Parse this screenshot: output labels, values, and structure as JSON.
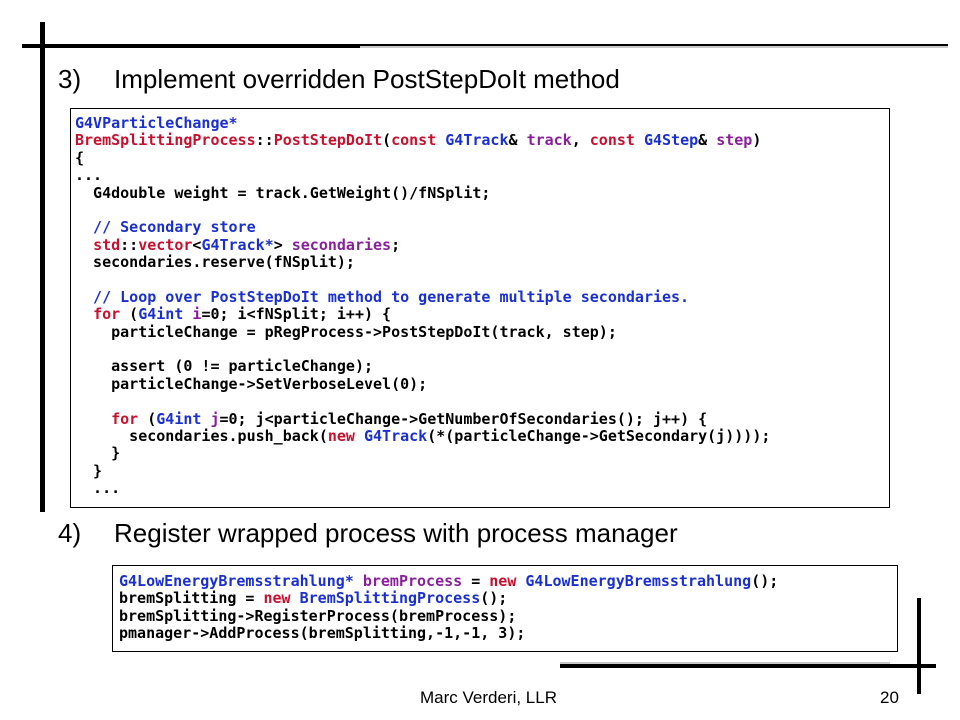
{
  "slide": {
    "heading1": {
      "number": "3)",
      "text": "Implement overridden PostStepDoIt method"
    },
    "heading2": {
      "number": "4)",
      "text": "Register wrapped process with process manager"
    },
    "footer": {
      "author": "Marc Verderi, LLR",
      "page": "20"
    }
  },
  "code_block_1": [
    [
      [
        "blue",
        "G4VParticleChange*"
      ]
    ],
    [
      [
        "red",
        "BremSplittingProcess"
      ],
      [
        "black",
        "::"
      ],
      [
        "red",
        "PostStepDoIt"
      ],
      [
        "black",
        "("
      ],
      [
        "red",
        "const"
      ],
      [
        "black",
        " "
      ],
      [
        "blue",
        "G4Track"
      ],
      [
        "black",
        "& "
      ],
      [
        "purple",
        "track"
      ],
      [
        "black",
        ", "
      ],
      [
        "red",
        "const"
      ],
      [
        "black",
        " "
      ],
      [
        "blue",
        "G4Step"
      ],
      [
        "black",
        "& "
      ],
      [
        "purple",
        "step"
      ],
      [
        "black",
        ")"
      ]
    ],
    [
      [
        "black",
        "{"
      ]
    ],
    [
      [
        "black",
        "..."
      ]
    ],
    [
      [
        "black",
        "  G4double weight = track.GetWeight()/fNSplit;"
      ]
    ],
    [
      [
        "black",
        ""
      ]
    ],
    [
      [
        "blue",
        "  // Secondary store"
      ]
    ],
    [
      [
        "black",
        "  "
      ],
      [
        "red",
        "std"
      ],
      [
        "black",
        "::"
      ],
      [
        "red",
        "vector"
      ],
      [
        "black",
        "<"
      ],
      [
        "blue",
        "G4Track*"
      ],
      [
        "black",
        "> "
      ],
      [
        "purple",
        "secondaries"
      ],
      [
        "black",
        ";"
      ]
    ],
    [
      [
        "black",
        "  secondaries.reserve(fNSplit);"
      ]
    ],
    [
      [
        "black",
        ""
      ]
    ],
    [
      [
        "blue",
        "  // Loop over PostStepDoIt method to generate multiple secondaries."
      ]
    ],
    [
      [
        "black",
        "  "
      ],
      [
        "red",
        "for"
      ],
      [
        "black",
        " ("
      ],
      [
        "blue",
        "G4int"
      ],
      [
        "black",
        " "
      ],
      [
        "purple",
        "i"
      ],
      [
        "black",
        "=0; i<fNSplit; i++) {"
      ]
    ],
    [
      [
        "black",
        "    particleChange = pRegProcess->PostStepDoIt(track, step);"
      ]
    ],
    [
      [
        "black",
        ""
      ]
    ],
    [
      [
        "black",
        "    assert (0 != particleChange);"
      ]
    ],
    [
      [
        "black",
        "    particleChange->SetVerboseLevel(0);"
      ]
    ],
    [
      [
        "black",
        ""
      ]
    ],
    [
      [
        "black",
        "    "
      ],
      [
        "red",
        "for"
      ],
      [
        "black",
        " ("
      ],
      [
        "blue",
        "G4int"
      ],
      [
        "black",
        " "
      ],
      [
        "purple",
        "j"
      ],
      [
        "black",
        "=0; j<particleChange->GetNumberOfSecondaries(); j++) {"
      ]
    ],
    [
      [
        "black",
        "      secondaries.push_back("
      ],
      [
        "red",
        "new"
      ],
      [
        "black",
        " "
      ],
      [
        "blue",
        "G4Track"
      ],
      [
        "black",
        "(*(particleChange->GetSecondary(j))));"
      ]
    ],
    [
      [
        "black",
        "    }"
      ]
    ],
    [
      [
        "black",
        "  }"
      ]
    ],
    [
      [
        "black",
        "  ..."
      ]
    ]
  ],
  "code_block_2": [
    [
      [
        "blue",
        "G4LowEnergyBremsstrahlung*"
      ],
      [
        "black",
        " "
      ],
      [
        "purple",
        "bremProcess"
      ],
      [
        "black",
        " = "
      ],
      [
        "red",
        "new"
      ],
      [
        "black",
        " "
      ],
      [
        "blue",
        "G4LowEnergyBremsstrahlung"
      ],
      [
        "black",
        "();"
      ]
    ],
    [
      [
        "black",
        "bremSplitting = "
      ],
      [
        "red",
        "new"
      ],
      [
        "black",
        " "
      ],
      [
        "blue",
        "BremSplittingProcess"
      ],
      [
        "black",
        "();"
      ]
    ],
    [
      [
        "black",
        "bremSplitting->RegisterProcess(bremProcess);"
      ]
    ],
    [
      [
        "black",
        "pmanager->AddProcess(bremSplitting,-1,-1, 3);"
      ]
    ]
  ]
}
